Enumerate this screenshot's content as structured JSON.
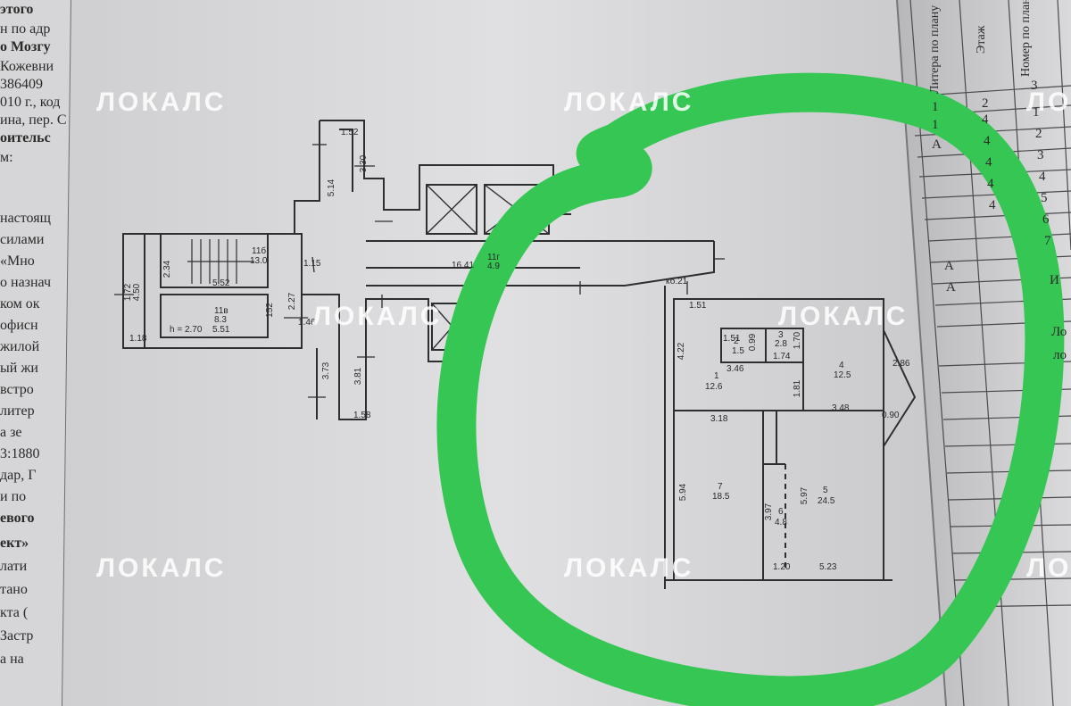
{
  "watermark": "ЛОКАЛС",
  "left_page_lines": [
    "этого",
    "н по адр",
    "о Мозгу",
    "Кожевни",
    "386409",
    "010 г., код",
    "ина, пер. С",
    "оительс",
    "м:",
    "настоящ",
    "силами",
    "«Мно",
    "о назнач",
    "ком ок",
    "офисн",
    "жилой",
    "ый жи",
    "встро",
    "литер",
    "а зе",
    "3:1880",
    "дар, Г",
    "и по",
    "евого",
    "ект»",
    "лати",
    "тано",
    "кта (",
    "Застр",
    "а на"
  ],
  "right_table": {
    "headers": [
      "Литера по плану",
      "Этаж",
      "Номер по плану комнаты, кон"
    ],
    "column_numbers": [
      "1",
      "2",
      "3"
    ],
    "rows": [
      [
        "1",
        "4",
        "1"
      ],
      [
        "А",
        "4",
        "2"
      ],
      [
        "",
        "4",
        "3"
      ],
      [
        "",
        "4",
        "4"
      ],
      [
        "",
        "4",
        "5"
      ],
      [
        "",
        "",
        "6"
      ],
      [
        "",
        "",
        "7"
      ],
      [
        "А",
        "",
        ""
      ],
      [
        "А",
        "",
        "И"
      ]
    ],
    "fragments": [
      "Ло",
      "ло"
    ]
  },
  "plan_labels": {
    "d152top": "1.52",
    "d330": "3.30",
    "d514": "5.14",
    "d1641": "16.41",
    "r112": "11г",
    "r112a": "4.9",
    "r11b": "11б",
    "r11ba": "13.0",
    "d115": "1.15",
    "d552": "5.52",
    "d234": "2.34",
    "r11v": "11в",
    "r11va": "8.3",
    "d551": "5.51",
    "h270": "h = 2.70",
    "d227": "2.27",
    "d152": "152",
    "d146": "1.46",
    "d172": "1.72",
    "d450": "4.50",
    "d118": "1.18",
    "d373": "3.73",
    "d381": "3.81",
    "d158": "1.58",
    "kd": "кб.21",
    "d151": "1.51",
    "d422": "4.22",
    "r1": "1",
    "r1a": "12.6",
    "d346": "3.46",
    "r2": "2",
    "r2a": "1.5",
    "d151b": "1.51",
    "d099": "0.99",
    "r3": "3",
    "r3a": "2.8",
    "d170": "1.70",
    "d174": "1.74",
    "r4": "4",
    "r4a": "12.5",
    "d181": "1.81",
    "d318": "3.18",
    "d348": "3.48",
    "d594": "5.94",
    "r7": "7",
    "r7a": "18.5",
    "r5": "5",
    "r5a": "24.5",
    "d597": "5.97",
    "r6": "6",
    "r6a": "4.8",
    "d387": "3.97",
    "d120": "1.20",
    "d523": "5.23",
    "d286": "2.86",
    "d090": "0.90"
  }
}
